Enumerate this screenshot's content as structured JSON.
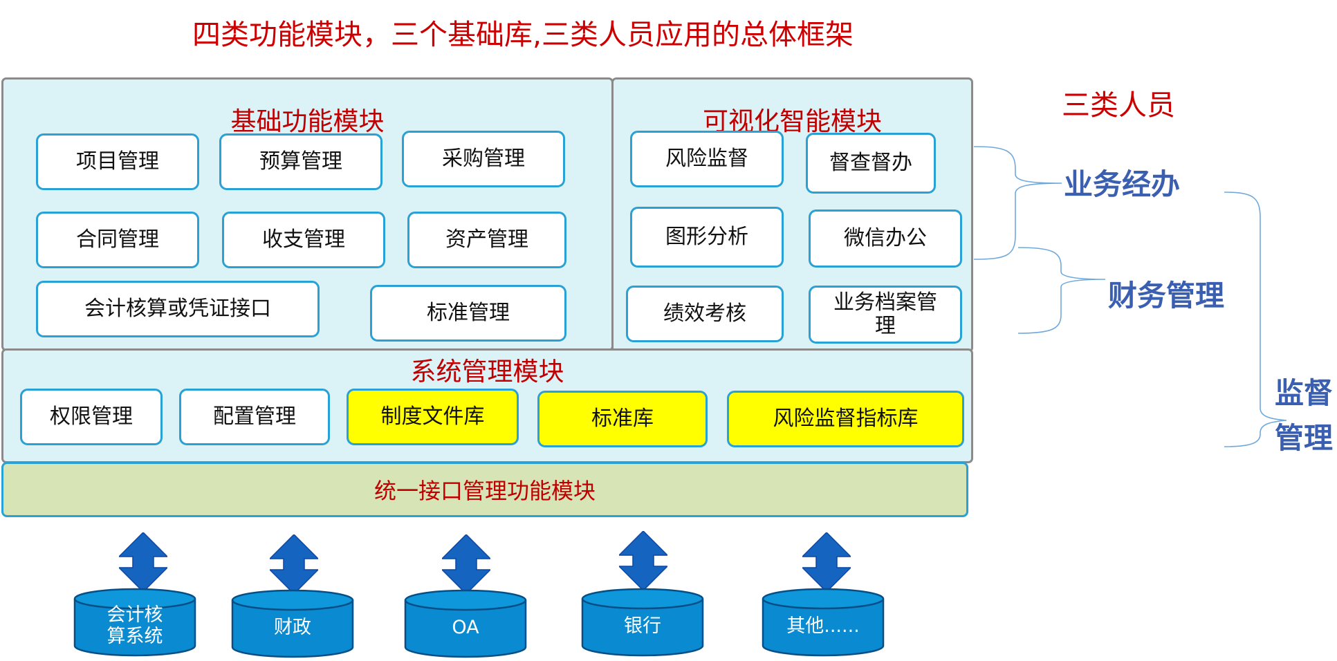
{
  "title": "四类功能模块，三个基础库,三类人员应用的总体框架",
  "basic_module": {
    "title": "基础功能模块",
    "items": [
      "项目管理",
      "预算管理",
      "采购管理",
      "合同管理",
      "收支管理",
      "资产管理",
      "会计核算或凭证接口",
      "标准管理"
    ]
  },
  "visual_module": {
    "title": "可视化智能模块",
    "items": [
      "风险监督",
      "督查督办",
      "图形分析",
      "微信办公",
      "绩效考核",
      "业务档案管理"
    ]
  },
  "system_module": {
    "title": "系统管理模块",
    "items": [
      "权限管理",
      "配置管理",
      "制度文件库",
      "标准库",
      "风险监督指标库"
    ],
    "highlight_color": "#ffff00"
  },
  "interface_module": {
    "title": "统一接口管理功能模块"
  },
  "external_systems": [
    "会计核算系统",
    "财政",
    "OA",
    "银行",
    "其他......"
  ],
  "persons": {
    "title": "三类人员",
    "roles": [
      "业务经办",
      "财务管理",
      "监督管理"
    ]
  },
  "colors": {
    "title_red": "#cc0000",
    "panel_bg": "#dbf2f6",
    "box_border": "#2aa1d4",
    "interface_bg": "#d7e4b6",
    "arrow_blue": "#1565c0",
    "db_blue": "#0a8ad0",
    "role_blue": "#3b5fb0"
  }
}
